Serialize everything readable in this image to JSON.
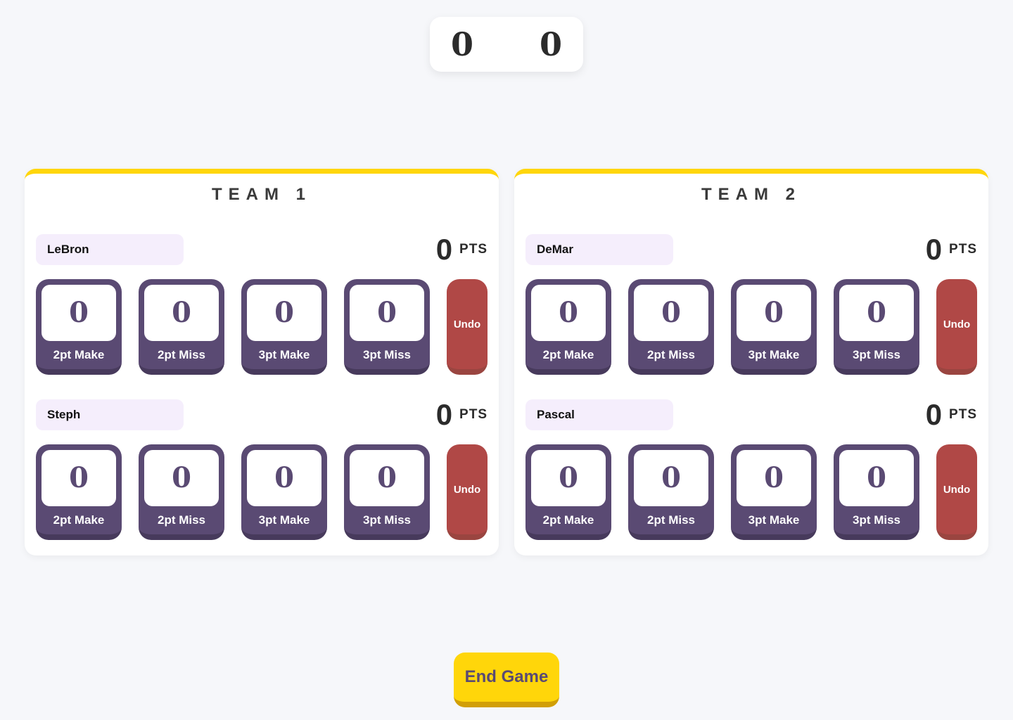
{
  "scoreboard": {
    "left_score": "0",
    "right_score": "0"
  },
  "teams": [
    {
      "title": "TEAM 1",
      "players": [
        {
          "name": "LeBron",
          "points": "0",
          "pts_label": "PTS",
          "undo_label": "Undo",
          "stats": [
            {
              "label": "2pt Make",
              "count": "0"
            },
            {
              "label": "2pt Miss",
              "count": "0"
            },
            {
              "label": "3pt Make",
              "count": "0"
            },
            {
              "label": "3pt Miss",
              "count": "0"
            }
          ]
        },
        {
          "name": "Steph",
          "points": "0",
          "pts_label": "PTS",
          "undo_label": "Undo",
          "stats": [
            {
              "label": "2pt Make",
              "count": "0"
            },
            {
              "label": "2pt Miss",
              "count": "0"
            },
            {
              "label": "3pt Make",
              "count": "0"
            },
            {
              "label": "3pt Miss",
              "count": "0"
            }
          ]
        }
      ]
    },
    {
      "title": "TEAM 2",
      "players": [
        {
          "name": "DeMar",
          "points": "0",
          "pts_label": "PTS",
          "undo_label": "Undo",
          "stats": [
            {
              "label": "2pt Make",
              "count": "0"
            },
            {
              "label": "2pt Miss",
              "count": "0"
            },
            {
              "label": "3pt Make",
              "count": "0"
            },
            {
              "label": "3pt Miss",
              "count": "0"
            }
          ]
        },
        {
          "name": "Pascal",
          "points": "0",
          "pts_label": "PTS",
          "undo_label": "Undo",
          "stats": [
            {
              "label": "2pt Make",
              "count": "0"
            },
            {
              "label": "2pt Miss",
              "count": "0"
            },
            {
              "label": "3pt Make",
              "count": "0"
            },
            {
              "label": "3pt Miss",
              "count": "0"
            }
          ]
        }
      ]
    }
  ],
  "footer": {
    "end_game_label": "End Game"
  },
  "colors": {
    "accent_yellow": "#ffd60a",
    "button_purple": "#5a4a73",
    "button_purple_shade": "#473a5c",
    "undo_red": "#b04846",
    "undo_red_shade": "#9a4540",
    "name_pill_lavender": "#f5eefc",
    "text_dark": "#2b2b2b",
    "end_game_shade": "#d19f06"
  }
}
